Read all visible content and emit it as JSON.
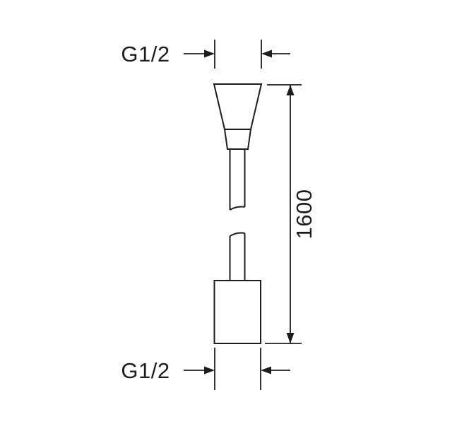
{
  "diagram": {
    "background_color": "#ffffff",
    "line_color": "#1d1d1b",
    "labels": {
      "top_thread": "G1/2",
      "bottom_thread": "G1/2",
      "hose_length": "1600"
    }
  }
}
